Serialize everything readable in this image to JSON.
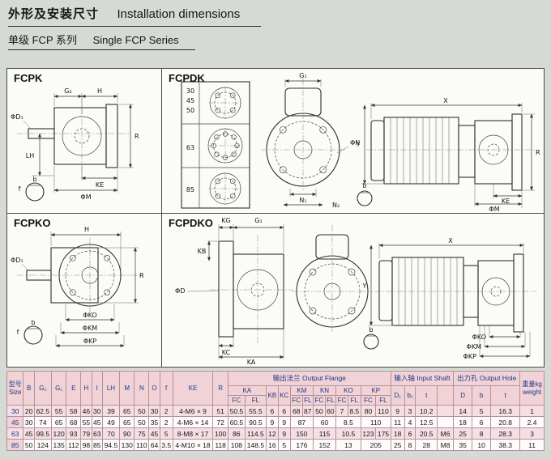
{
  "page": {
    "title_cn": "外形及安装尺寸",
    "title_en": "Installation dimensions",
    "subtitle_cn": "单级 FCP 系列",
    "subtitle_en": "Single FCP Series"
  },
  "colors": {
    "page_bg": "#d6dad4",
    "table_header_bg": "#f1d2d6",
    "row_highlight": "#f6dfe2",
    "header_text": "#1c3a85"
  },
  "panels": {
    "fcpk": {
      "title": "FCPK",
      "labels": {
        "g2": "G₂",
        "h": "H",
        "r": "R",
        "lh": "LH",
        "ke": "KE",
        "m": "ΦM",
        "d1": "ΦD₁",
        "f": "f",
        "b": "b"
      }
    },
    "fcpdk": {
      "title": "FCPDK",
      "flange_options": [
        "30",
        "45",
        "50",
        "63",
        "85"
      ],
      "labels": {
        "g1": "G₁",
        "n": "ΦN",
        "n1": "N₁",
        "n2": "N₂",
        "x": "X",
        "y": "Y",
        "r": "R",
        "ke": "KE",
        "m": "ΦM",
        "b": "b"
      }
    },
    "fcpko": {
      "title": "FCPKO",
      "labels": {
        "h": "H",
        "d1": "ΦD₁",
        "r": "R",
        "ko": "ΦKO",
        "km": "ΦKM",
        "kp": "ΦKP",
        "f": "f",
        "b": "b"
      }
    },
    "fcpdko": {
      "title": "FCPDKO",
      "labels": {
        "kg": "KG",
        "g1": "G₁",
        "kb": "KB",
        "kc": "KC",
        "ka": "KA",
        "d": "ΦD",
        "x": "X",
        "y": "Y",
        "b": "b",
        "ko": "ΦKO",
        "km": "ΦKM",
        "kp": "ΦKP"
      }
    }
  },
  "table": {
    "header": {
      "size_cn": "型号",
      "size_en": "Size",
      "dims": [
        "B",
        "G₂",
        "G₁",
        "E",
        "H",
        "I",
        "LH",
        "M",
        "N",
        "O",
        "f"
      ],
      "ke": "KE",
      "r": "R",
      "output_flange_cn": "输出法兰",
      "output_flange_en": "Output Flange",
      "flange_groups": [
        "KA",
        "KB",
        "KC",
        "KM",
        "KN",
        "KO",
        "KP"
      ],
      "fc": "FC",
      "fl": "FL",
      "input_shaft_cn": "输入轴",
      "input_shaft_en": "Input Shaft",
      "input_cols": [
        "D₁",
        "b₁",
        "t",
        ""
      ],
      "output_hole_cn": "出力孔",
      "output_hole_en": "Output Hole",
      "output_cols": [
        "D",
        "b",
        "t"
      ],
      "weight_cn": "重量kg",
      "weight_en": "weight"
    },
    "rows": [
      [
        "30",
        "20",
        "62.5",
        "55",
        "58",
        "46",
        "30",
        "39",
        "65",
        "50",
        "30",
        "2",
        "4-M6 × 9",
        "51",
        "50.5",
        "55.5",
        "6",
        "6",
        "68",
        "87",
        "50",
        "60",
        "7",
        "8.5",
        "80",
        "110",
        "9",
        "3",
        "10.2",
        "",
        "14",
        "5",
        "16.3",
        "1"
      ],
      [
        "45",
        "30",
        "74",
        "65",
        "68",
        "55",
        "45",
        "49",
        "65",
        "50",
        "35",
        "2",
        "4-M6 × 14",
        "72",
        "60.5",
        "90.5",
        "9",
        "9",
        [
          "87",
          2
        ],
        [
          "60",
          2
        ],
        [
          "8.5",
          2
        ],
        [
          "110",
          2
        ],
        "11",
        "4",
        "12.5",
        "",
        "18",
        "6",
        "20.8",
        "2.4"
      ],
      [
        "63",
        "45",
        "99.5",
        "120",
        "93",
        "79",
        "63",
        "70",
        "90",
        "75",
        "45",
        "5",
        "8-M8 × 17",
        "100",
        "86",
        "114.5",
        "12",
        "9",
        [
          "150",
          2
        ],
        [
          "115",
          2
        ],
        [
          "10.5",
          2
        ],
        "123",
        "175",
        "18",
        "6",
        "20.5",
        "M6",
        "25",
        "8",
        "28.3",
        "3"
      ],
      [
        "85",
        "50",
        "124",
        "135",
        "112",
        "98",
        "85",
        "94.5",
        "130",
        "110",
        "64",
        "3.5",
        "4-M10 × 18",
        "118",
        "108",
        "148.5",
        "16",
        "5",
        [
          "176",
          2
        ],
        [
          "152",
          2
        ],
        [
          "13",
          2
        ],
        [
          "205",
          2
        ],
        "25",
        "8",
        "28",
        "M8",
        "35",
        "10",
        "38.3",
        "11"
      ]
    ]
  }
}
